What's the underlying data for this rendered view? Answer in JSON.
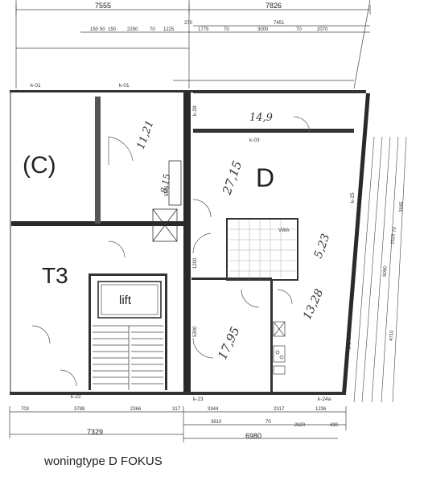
{
  "dimensions": {
    "top_left": "7555",
    "top_right": "7826",
    "top_sub": "7451",
    "top_row_left": [
      "150",
      "50",
      "150",
      "2250",
      "70",
      "1225",
      "270"
    ],
    "top_row_right": [
      "1775",
      "70",
      "3000",
      "70",
      "2070"
    ],
    "bottom_left": "7329",
    "bottom_right": "6980",
    "bottom_sub": [
      "3810",
      "70",
      "2820",
      "430"
    ],
    "bottom_row": [
      "703",
      "3788",
      "2366",
      "317",
      "3344",
      "2317",
      "1236"
    ],
    "right_vertical": [
      "9090",
      "2525",
      "3645",
      "4710",
      "70"
    ],
    "inner_vertical": [
      "5500",
      "1200",
      "5300"
    ]
  },
  "wall_tags": [
    "k-01",
    "k-01",
    "k-28",
    "k-03",
    "k-25",
    "k-22",
    "k-23",
    "k-24a",
    "k-24b"
  ],
  "room_labels": {
    "c": "(C)",
    "d": "D",
    "t3": "T3",
    "lift": "lift",
    "vwa": "VWA"
  },
  "handwritten": {
    "area_1": "11,21",
    "area_2": "14,9",
    "area_3": "8,15",
    "area_4": "27,15",
    "area_5": "5,23",
    "area_6": "13,28",
    "area_7": "17,95"
  },
  "caption": "woningtype D FOKUS"
}
